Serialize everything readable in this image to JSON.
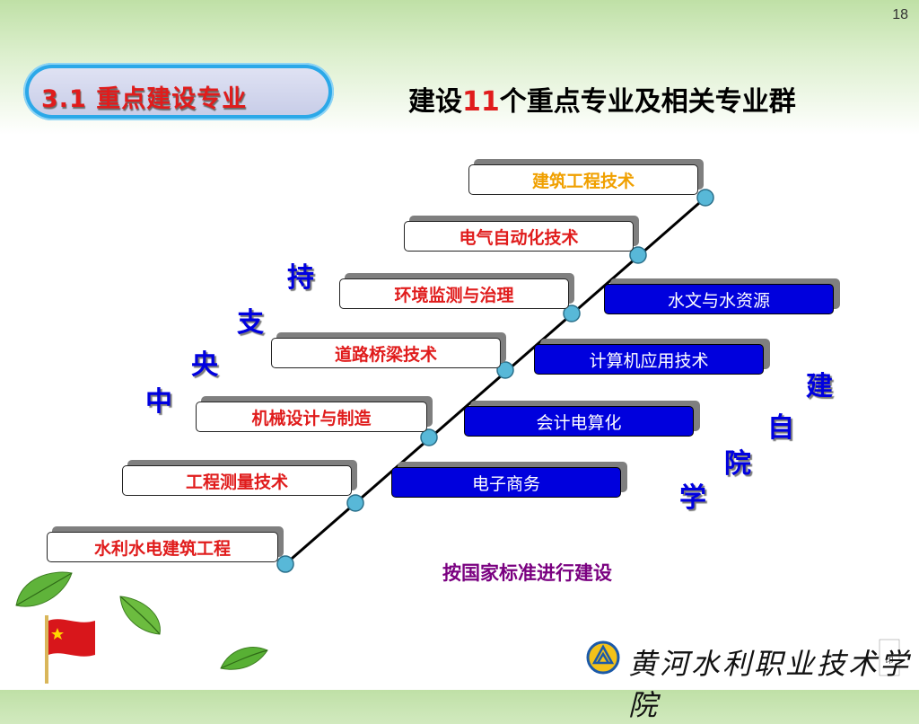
{
  "page_number": "18",
  "section": {
    "title": "3.1  重点建设专业"
  },
  "headline": {
    "before": "建设",
    "number": "11",
    "after": "个重点专业及相关专业群"
  },
  "key_majors": [
    {
      "label": "水利水电建筑工程",
      "color": "#e01c1c"
    },
    {
      "label": "工程测量技术",
      "color": "#e01c1c"
    },
    {
      "label": "机械设计与制造",
      "color": "#e01c1c"
    },
    {
      "label": "道路桥梁技术",
      "color": "#e01c1c"
    },
    {
      "label": "环境监测与治理",
      "color": "#e01c1c"
    },
    {
      "label": "电气自动化技术",
      "color": "#e01c1c"
    },
    {
      "label": "建筑工程技术",
      "color": "#f0a000"
    }
  ],
  "related_majors": [
    {
      "label": "电子商务"
    },
    {
      "label": "会计电算化"
    },
    {
      "label": "计算机应用技术"
    },
    {
      "label": "水文与水资源"
    }
  ],
  "left_vertical": {
    "chars": [
      "中",
      "央",
      "支",
      "持"
    ]
  },
  "right_vertical": {
    "chars": [
      "学",
      "院",
      "自",
      "建"
    ]
  },
  "footer": {
    "note": "按国家标准进行建设"
  },
  "logo": {
    "school_name": "黄河水利职业技术学院",
    "emblem": "logo-emblem-icon"
  },
  "colors": {
    "accent_red": "#e01c1c",
    "blue": "#0000dd",
    "vertical_text": "#0000e0",
    "footer_text": "#7a0080"
  }
}
